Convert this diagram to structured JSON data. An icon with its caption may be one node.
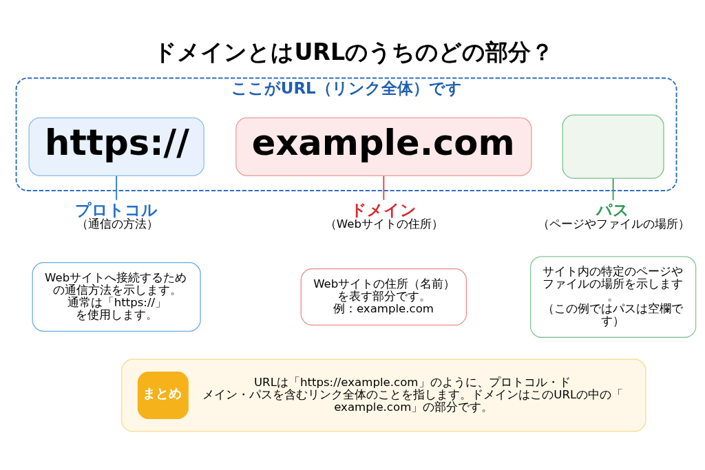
{
  "diagram": {
    "title": "ドメインとはURLのうちのどの部分？",
    "nodes": [
      {
        "text": [
          "ここがURL（リンク全体）です"
        ]
      },
      {
        "text": [
          "https://"
        ],
        "in": 0
      },
      {
        "text": [
          "example.com"
        ],
        "in": 0
      },
      {
        "text": [],
        "shape": "box",
        "in": 0
      },
      {
        "text": [
          "プロトコル",
          "（通信の方法）"
        ]
      },
      {
        "text": [
          "Webサイトへ接続するための通信方法を示します。",
          "通常は「https://」を使用します。"
        ]
      },
      {
        "text": [
          "ドメイン",
          "（Webサイトの住所）"
        ]
      },
      {
        "text": [
          "Webサイトの住所（名前）を表す部分です。",
          "例：example.com"
        ]
      },
      {
        "text": [
          "パス",
          "（ページやファイルの場所）"
        ]
      },
      {
        "text": [
          "サイト内の特定のページやファイルの場所を示します。",
          "（この例ではパスは空欄です）"
        ]
      },
      {
        "text": [
          "まとめ",
          "URLは「https://example.com」のように、プロトコル・ドメイン・パスを含むリンク全体のことを指します。ドメインはこのURLの中の「example.com」の部分です。"
        ]
      }
    ],
    "edges": [
      {
        "from": 1,
        "to": 4,
        "arrow": "none",
        "color": "#2f7fd0"
      },
      {
        "from": 2,
        "to": 6,
        "arrow": "none",
        "color": "#e0454a"
      },
      {
        "from": 3,
        "to": 8,
        "arrow": "none",
        "color": "#3f9e5f"
      }
    ]
  }
}
